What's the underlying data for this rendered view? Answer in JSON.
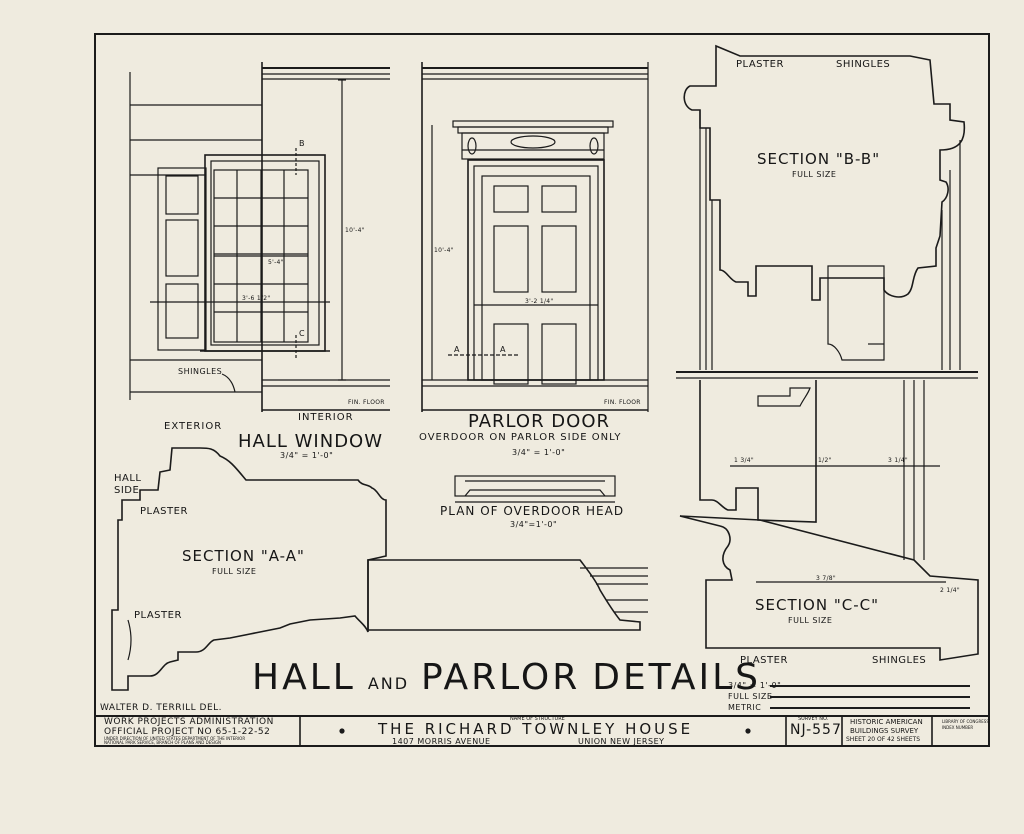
{
  "drawing": {
    "main_title_word1": "HALL",
    "main_title_and": "AND",
    "main_title_word2": "PARLOR",
    "main_title_word3": "DETAILS",
    "delineator": "WALTER D. TERRILL DEL."
  },
  "hall_window": {
    "title": "HALL WINDOW",
    "scale": "3/4\" = 1'-0\"",
    "label_exterior": "EXTERIOR",
    "label_interior": "INTERIOR",
    "label_shingles": "SHINGLES",
    "label_fin_floor": "FIN. FLOOR",
    "section_mark_b": "B",
    "section_mark_c": "C",
    "dim_height": "10'-4\"",
    "dim_width": "3'-6 1/2\"",
    "dim_sash": "5'-4\""
  },
  "parlor_door": {
    "title": "PARLOR DOOR",
    "subtitle": "OVERDOOR ON PARLOR SIDE ONLY",
    "scale": "3/4\" = 1'-0\"",
    "label_fin_floor": "FIN. FLOOR",
    "section_mark_a": "A",
    "dim_height": "10'-4\"",
    "dim_width": "3'-2 1/4\""
  },
  "overdoor_plan": {
    "title": "PLAN OF OVERDOOR HEAD",
    "scale": "3/4\"=1'-0\""
  },
  "section_aa": {
    "title": "SECTION \"A-A\"",
    "size": "FULL SIZE",
    "label_hall_side": "HALL SIDE",
    "label_plaster_top": "PLASTER",
    "label_plaster_bottom": "PLASTER"
  },
  "section_bb": {
    "title": "SECTION \"B-B\"",
    "size": "FULL SIZE",
    "label_plaster": "PLASTER",
    "label_shingles": "SHINGLES"
  },
  "section_cc": {
    "title": "SECTION \"C-C\"",
    "size": "FULL SIZE",
    "label_plaster": "PLASTER",
    "label_shingles": "SHINGLES",
    "dim_1": "1 3/4\"",
    "dim_2": "1/2\"",
    "dim_3": "3 1/4\"",
    "dim_4": "3 7/8\"",
    "dim_5": "2 1/4\""
  },
  "scales": {
    "label_1": "3/4\" = 1'-0\"",
    "label_2": "FULL SIZE",
    "label_3": "METRIC"
  },
  "title_block": {
    "agency_line1": "WORK PROJECTS ADMINISTRATION",
    "agency_line2": "OFFICIAL PROJECT NO 65-1-22-52",
    "agency_line3": "UNDER DIRECTION OF UNITED STATES DEPARTMENT OF THE INTERIOR",
    "agency_line4": "NATIONAL PARK SERVICE, BRANCH OF PLANS AND DESIGN",
    "name_label": "NAME OF STRUCTURE",
    "structure_name": "THE RICHARD TOWNLEY HOUSE",
    "address": "1407 MORRIS AVENUE",
    "location": "UNION NEW JERSEY",
    "survey_label": "SURVEY NO.",
    "survey_no": "NJ-557",
    "habs_line1": "HISTORIC AMERICAN",
    "habs_line2": "BUILDINGS SURVEY",
    "sheet_line": "SHEET 20 OF 42 SHEETS",
    "loc_line1": "LIBRARY OF CONGRESS",
    "loc_line2": "INDEX NUMBER"
  }
}
